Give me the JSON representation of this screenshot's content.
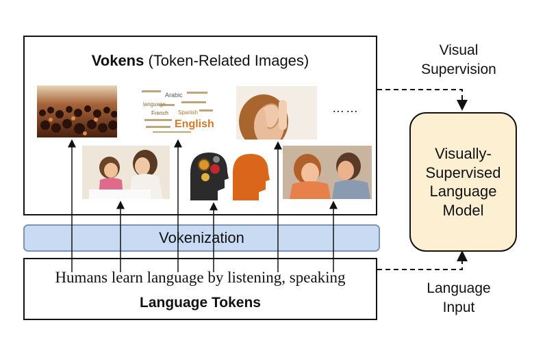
{
  "vokens_box": {
    "title_bold": "Vokens",
    "title_rest": " (Token-Related Images)",
    "ellipsis": "……"
  },
  "vokenization": {
    "label": "Vokenization"
  },
  "language_tokens": {
    "sentence": "Humans learn language by listening, speaking",
    "label": "Language Tokens"
  },
  "model": {
    "label": "Visually-Supervised Language Model"
  },
  "visual_supervision": {
    "label": "Visual Supervision"
  },
  "language_input": {
    "label": "Language Input"
  },
  "images": [
    {
      "name": "crowd-image",
      "token": "Humans"
    },
    {
      "name": "word-cloud-image",
      "token": "language",
      "words": [
        "Arabic",
        "language",
        "French",
        "Spanish",
        "English"
      ]
    },
    {
      "name": "listening-ear-image",
      "token": "listening"
    },
    {
      "name": "learning-child-image",
      "token": "learn"
    },
    {
      "name": "brain-heads-image",
      "token": "by"
    },
    {
      "name": "speaking-children-image",
      "token": "speaking"
    }
  ],
  "colors": {
    "vokenization_fill": "#c9daf3",
    "model_fill": "#fdf0d2",
    "border": "#111111"
  }
}
